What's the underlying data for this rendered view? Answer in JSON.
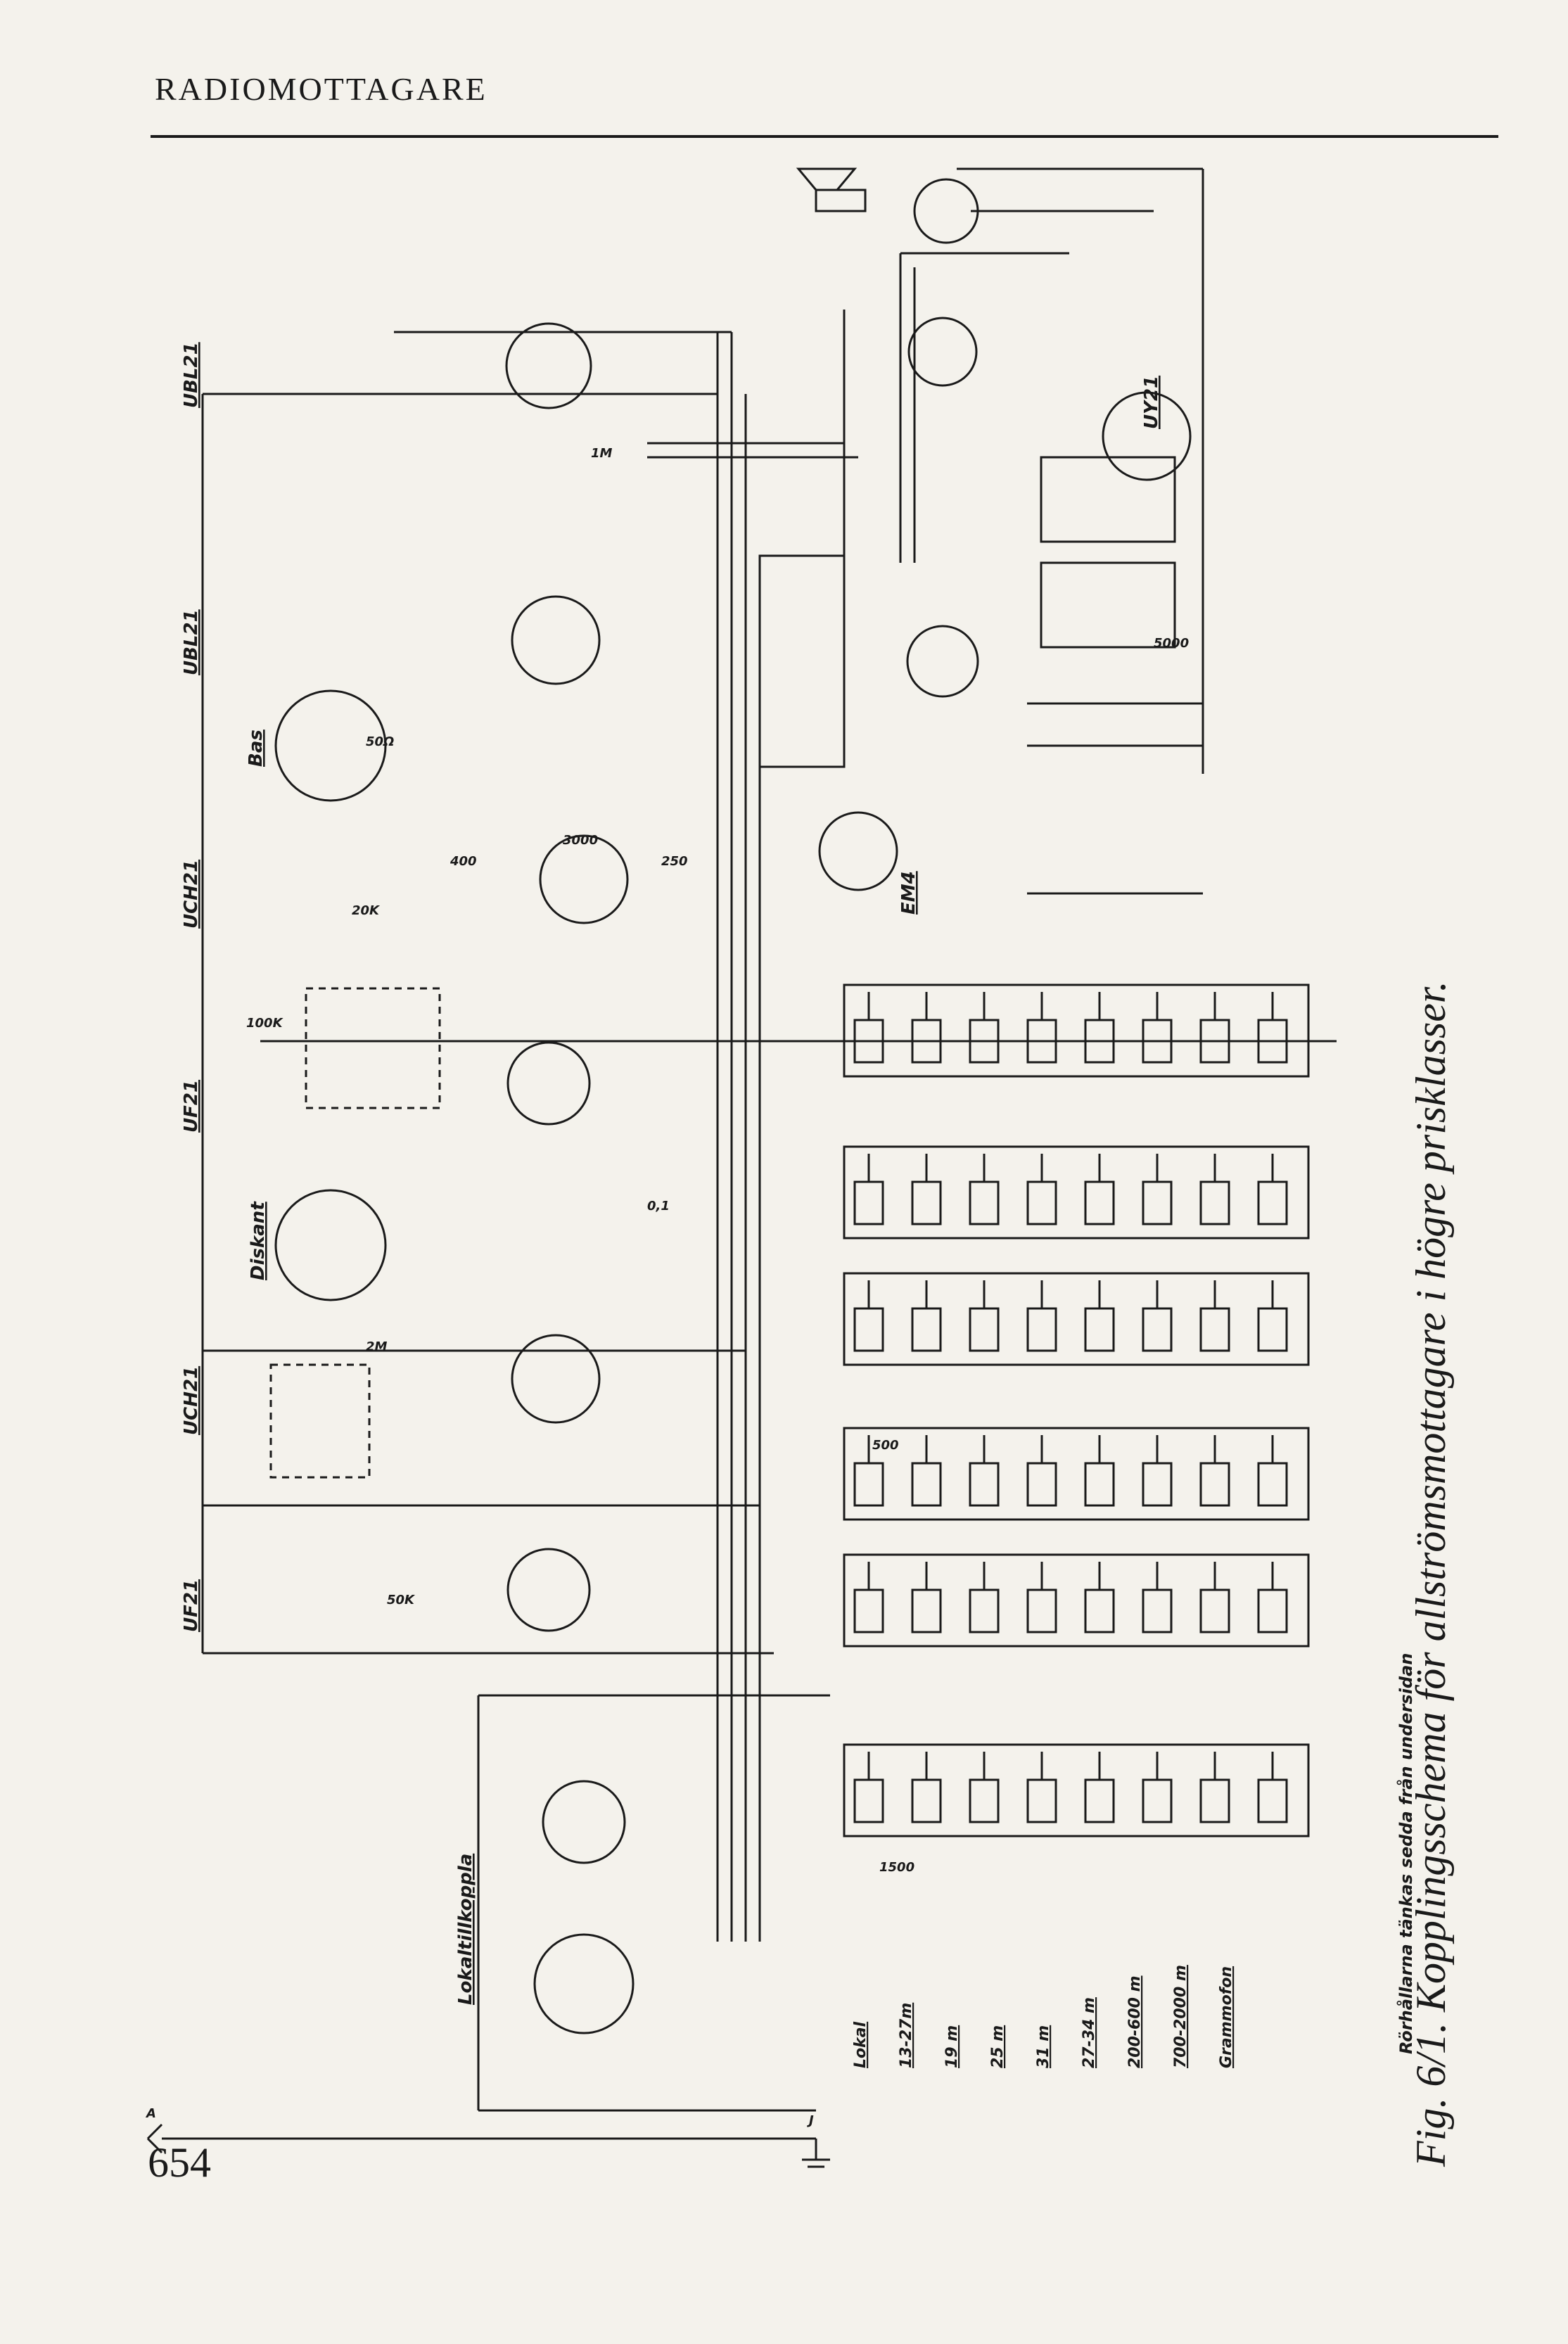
{
  "page": {
    "running_head": "RADIOMOTTAGARE",
    "folio": "654"
  },
  "caption": "Fig. 6/1. Kopplingsschema för allströmsmottagare i högre prisklasser.",
  "note": "Rörhållarna tänkas sedda från undersidan",
  "tubes": [
    "UBL21",
    "UBL21",
    "UCH21",
    "UF21",
    "UCH21",
    "UF21",
    "UY21",
    "EM4"
  ],
  "switch_labels": [
    "Bas",
    "Diskant",
    "Lokaltillkoppla"
  ],
  "bands": [
    "Lokal",
    "13-27m",
    "19 m",
    "25 m",
    "31 m",
    "27-34 m",
    "200-600 m",
    "700-2000 m",
    "Grammofon"
  ],
  "component_marks": [
    "50Ω",
    "400",
    "1M",
    "0,1",
    "250",
    "5000",
    "100K",
    "20K",
    "3000",
    "50K",
    "2M",
    "500",
    "1500"
  ],
  "terminals": [
    "A",
    "J"
  ]
}
